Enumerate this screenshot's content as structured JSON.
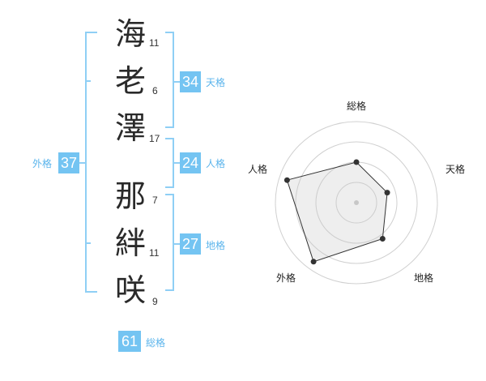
{
  "name": {
    "chars": [
      {
        "char": "海",
        "strokes": "11"
      },
      {
        "char": "老",
        "strokes": "6"
      },
      {
        "char": "澤",
        "strokes": "17"
      },
      {
        "char": "那",
        "strokes": "7"
      },
      {
        "char": "絆",
        "strokes": "11"
      },
      {
        "char": "咲",
        "strokes": "9"
      }
    ]
  },
  "fortunes": {
    "tenkaku": {
      "value": "34",
      "label": "天格"
    },
    "jinkaku": {
      "value": "24",
      "label": "人格"
    },
    "chikaku": {
      "value": "27",
      "label": "地格"
    },
    "gaikaku": {
      "value": "37",
      "label": "外格"
    },
    "soukaku": {
      "value": "61",
      "label": "総格"
    }
  },
  "colors": {
    "accent": "#74c4f2",
    "bracket": "#8fcff5",
    "text": "#2a2a2a"
  },
  "chart_data": {
    "type": "radar",
    "axes": [
      "総格",
      "天格",
      "地格",
      "外格",
      "人格"
    ],
    "values": [
      0.5,
      0.4,
      0.55,
      0.9,
      0.9
    ],
    "max": 1,
    "rings": 4
  }
}
